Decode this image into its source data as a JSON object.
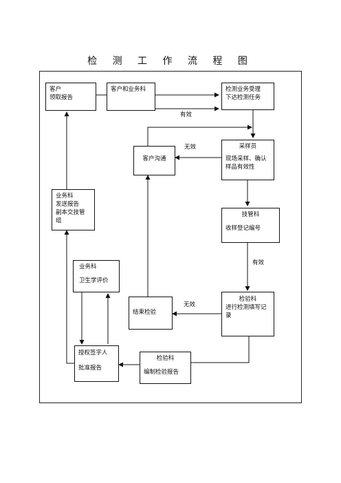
{
  "title": "检 测 工 作 流 程 图",
  "nodes": {
    "customer_receive": {
      "line1": "客户",
      "line2": "领取报告"
    },
    "customer_and_business": {
      "line1": "客户和业务科"
    },
    "accept_task": {
      "line1": "检测业务受理",
      "line2": "下达检测任务"
    },
    "customer_comm": {
      "line1": "客户沟通"
    },
    "sampler": {
      "line1": "采样员",
      "line2": "现场采样、确认",
      "line3": "样品有效性"
    },
    "business_send": {
      "line1": "业务科",
      "line2": "发送报告",
      "line3": "副本交技管",
      "line4": "组"
    },
    "tech_mgmt": {
      "line1": "技管科",
      "line2": "收样登记编号"
    },
    "business_eval": {
      "line1": "业务科",
      "line2": "卫生学评价"
    },
    "end_test": {
      "line1": "结束检验"
    },
    "test_dept": {
      "line1": "检验科",
      "line2": "进行检测填写记",
      "line3": "录"
    },
    "signatory": {
      "line1": "授权签字人",
      "line2": "批准报告"
    },
    "report_compile": {
      "line1": "检验科",
      "line2": "编制检验报告"
    }
  },
  "edge_labels": {
    "valid_1": "有效",
    "invalid_1": "无效",
    "valid_2": "有效",
    "invalid_2": "无效"
  }
}
